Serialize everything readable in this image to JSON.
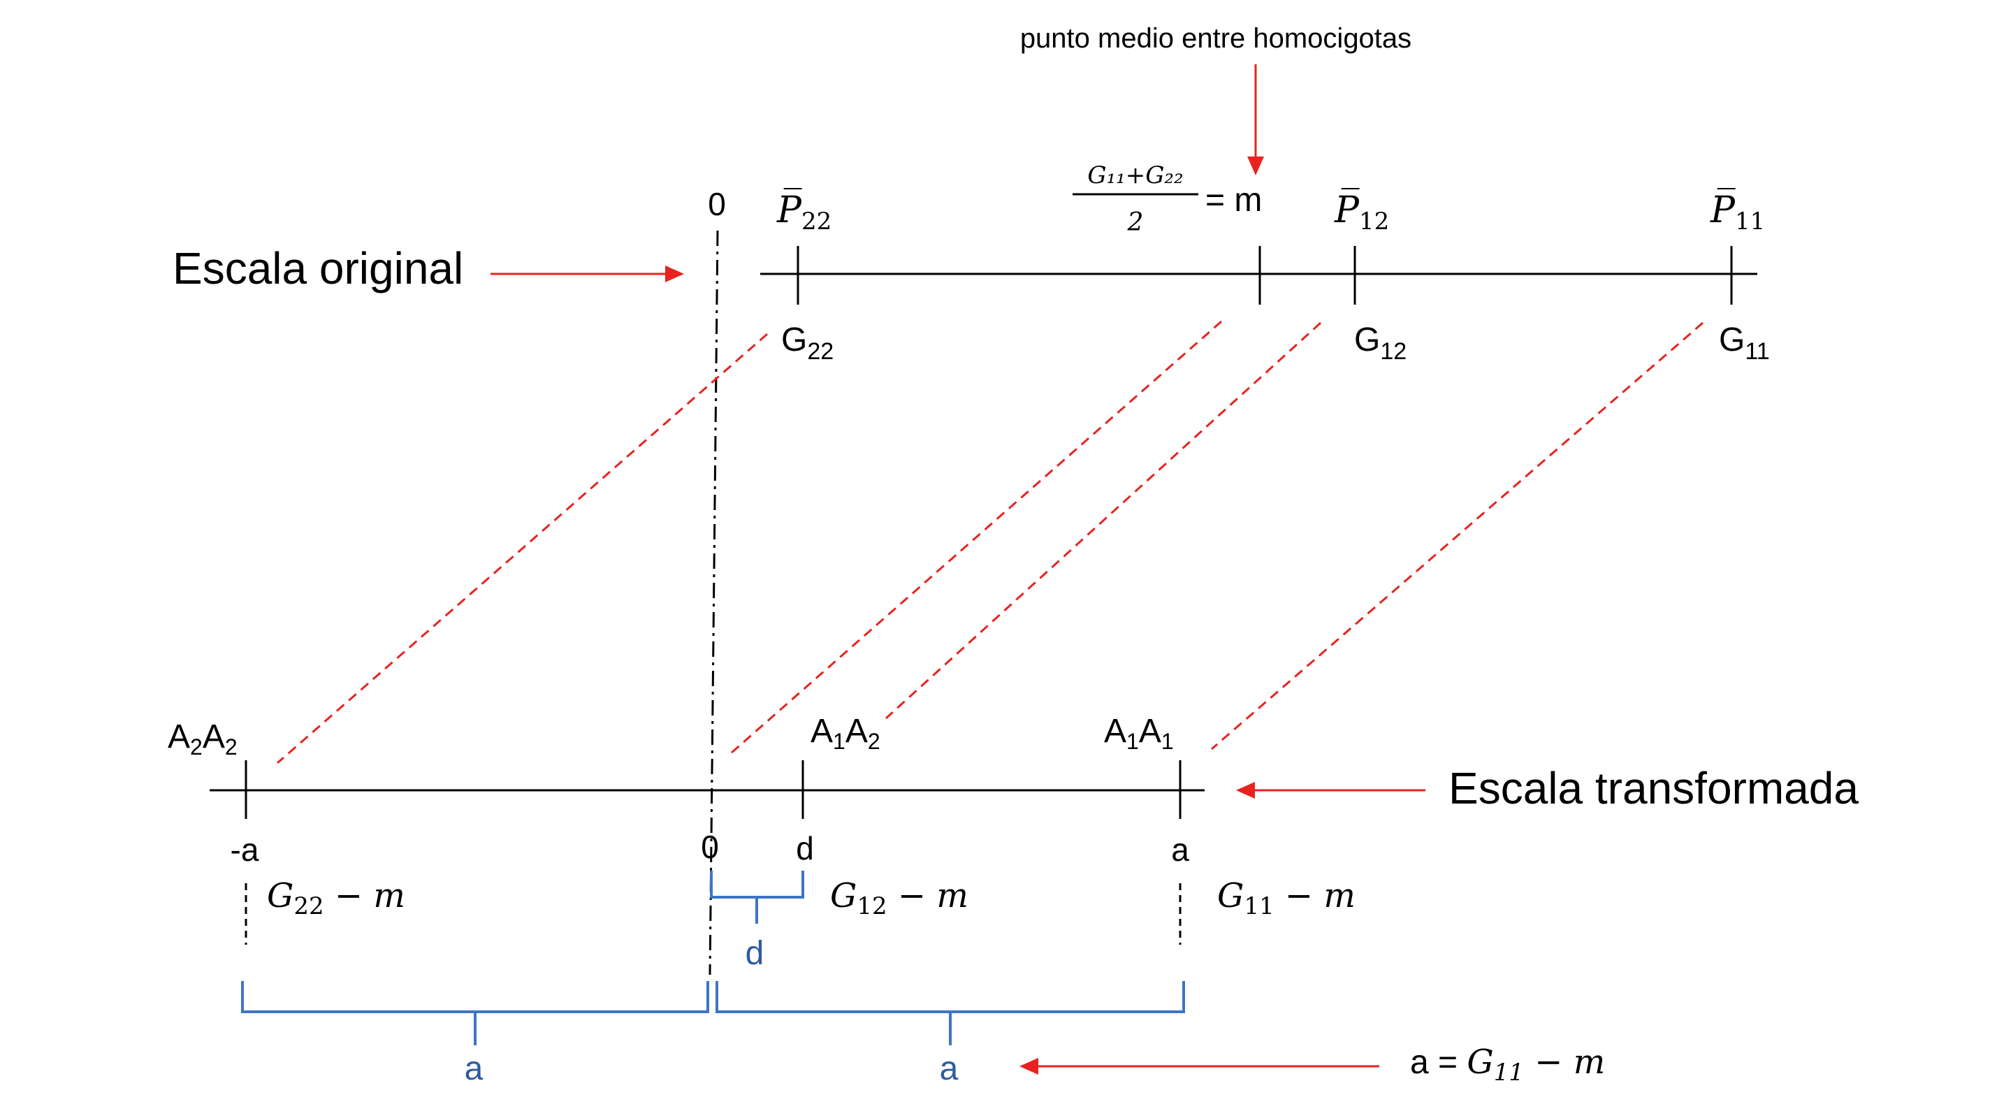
{
  "annotation": {
    "midpoint_label": "punto medio entre homocigotas",
    "m_formula": {
      "numerator": "G₁₁+G₂₂",
      "denominator": "2",
      "equals": "= m"
    }
  },
  "original_scale": {
    "title": "Escala original",
    "zero_label": "0",
    "top_labels": [
      {
        "text": "P̅",
        "sub": "22"
      },
      {
        "text": "P̅",
        "sub": "12"
      },
      {
        "text": "P̅",
        "sub": "11"
      }
    ],
    "bottom_labels": [
      {
        "text": "G",
        "sub": "22"
      },
      {
        "text": "G",
        "sub": "12"
      },
      {
        "text": "G",
        "sub": "11"
      }
    ]
  },
  "transformed_scale": {
    "title": "Escala transformada",
    "genotypes": [
      {
        "a": "A",
        "s1": "2",
        "b": "A",
        "s2": "2"
      },
      {
        "a": "A",
        "s1": "1",
        "b": "A",
        "s2": "2"
      },
      {
        "a": "A",
        "s1": "1",
        "b": "A",
        "s2": "1"
      }
    ],
    "values": [
      "-a",
      "0",
      "d",
      "a"
    ],
    "differences": [
      {
        "text": "G",
        "sub": "22",
        "rest": " − m"
      },
      {
        "text": "G",
        "sub": "12",
        "rest": " − m"
      },
      {
        "text": "G",
        "sub": "11",
        "rest": " − m"
      }
    ],
    "bracket_labels": {
      "d": "d",
      "a_left": "a",
      "a_right": "a"
    },
    "a_definition": {
      "lhs": "a = ",
      "text": "G",
      "sub": "11",
      "rest": " − m"
    }
  },
  "colors": {
    "arrow": "#e8231f",
    "bracket": "#3e74c4",
    "bracket_text": "#2f5c9e",
    "line": "#000000"
  }
}
